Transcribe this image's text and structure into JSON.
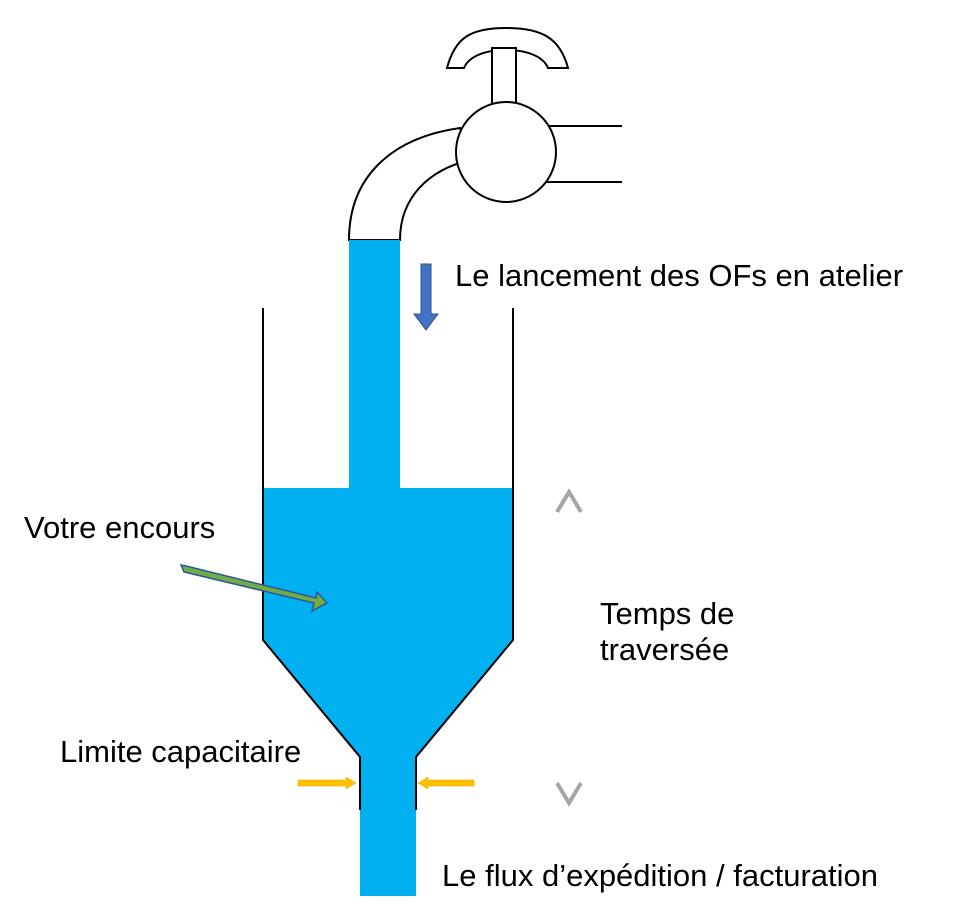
{
  "labels": {
    "launch": "Le lancement des OFs en atelier",
    "wip": "Votre encours",
    "throughput": "Temps de traversée",
    "capacity": "Limite capacitaire",
    "shipping": "Le flux d’expédition / facturation"
  },
  "colors": {
    "water": "#00B0F0",
    "outline": "#000000",
    "launch_arrow": "#4472C4",
    "wip_arrow": "#70AD47",
    "throughput_arrow": "#A6A6A6",
    "capacity_arrow": "#FFC000"
  },
  "icons": {
    "tap": "tap-icon",
    "launch_arrow": "down-arrow-icon",
    "wip_arrow": "pointer-arrow-icon",
    "throughput_arrow": "double-arrow-icon",
    "capacity_arrows": "constriction-arrow-icon"
  }
}
